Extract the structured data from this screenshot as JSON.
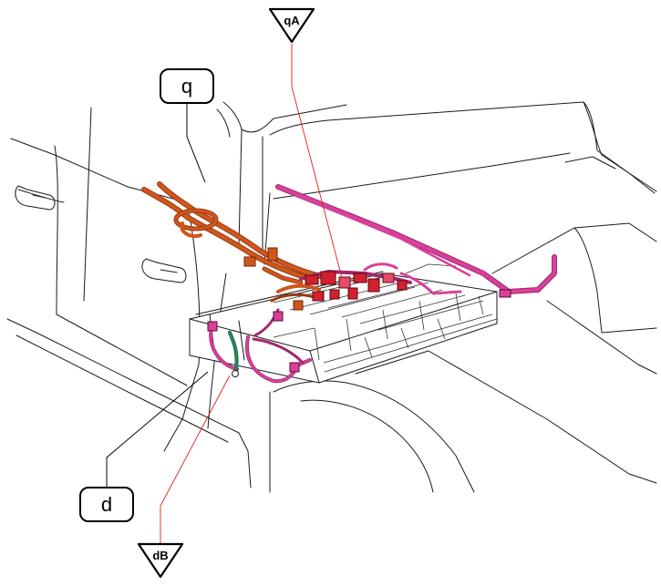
{
  "callouts": {
    "q": "q",
    "d": "d"
  },
  "connectors": {
    "qA": "qA",
    "dB": "dB"
  },
  "colors": {
    "orange_harness": "#d0561c",
    "orange_dark": "#9a3a10",
    "pink_harness": "#d9409a",
    "pink_dark": "#a0286e",
    "red_connector": "#d2202e",
    "green_harness": "#2a8a5a",
    "leader_line": "#e01e1e"
  }
}
